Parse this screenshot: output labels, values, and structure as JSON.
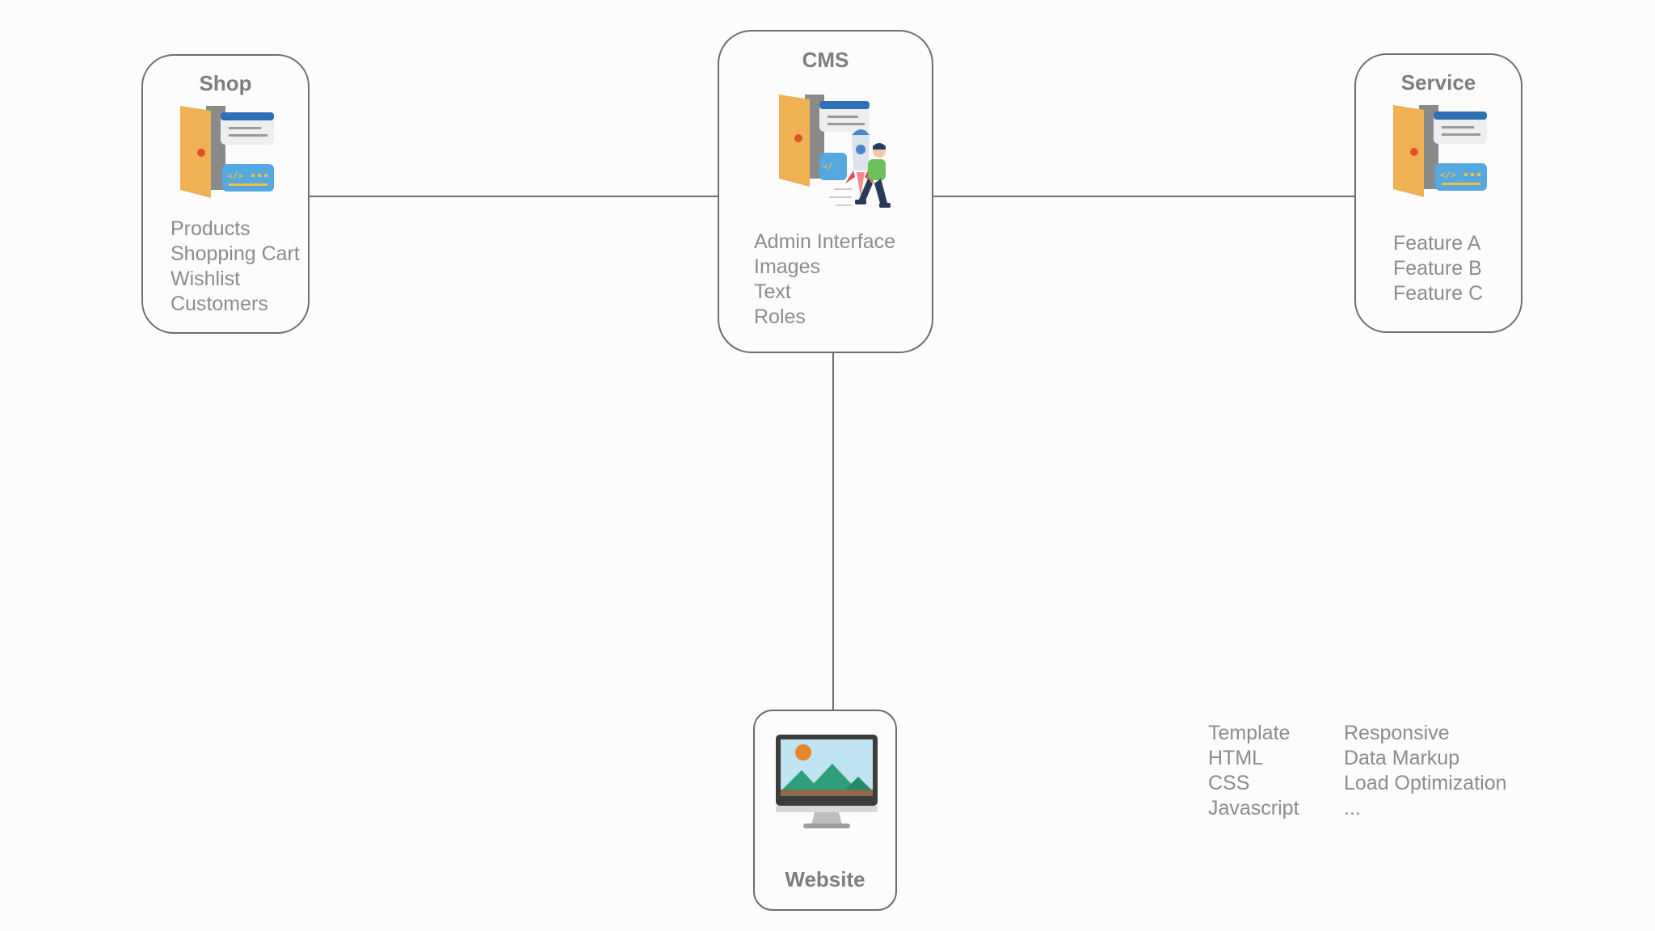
{
  "nodes": {
    "shop": {
      "title": "Shop",
      "items": [
        "Products",
        "Shopping Cart",
        "Wishlist",
        "Customers"
      ],
      "icon": "door-code-window-icon"
    },
    "cms": {
      "title": "CMS",
      "items": [
        "Admin Interface",
        "Images",
        "Text",
        "Roles"
      ],
      "icon": "door-rocket-person-icon"
    },
    "service": {
      "title": "Service",
      "items": [
        "Feature A",
        "Feature B",
        "Feature C"
      ],
      "icon": "door-code-window-icon"
    },
    "website": {
      "title": "Website",
      "icon": "monitor-landscape-icon"
    }
  },
  "notes": {
    "column_1": [
      "Template",
      "HTML",
      "CSS",
      "Javascript"
    ],
    "column_2": [
      "Responsive",
      "Data Markup",
      "Load Optimization",
      "..."
    ]
  },
  "colors": {
    "border": "#6e6e6e",
    "line": "#6e6e6e",
    "text": "#8c8c8c",
    "door": "#f0b152",
    "blue": "#2f6fb5",
    "accent_orange": "#e9852a",
    "hill_green": "#2f9e7a"
  }
}
